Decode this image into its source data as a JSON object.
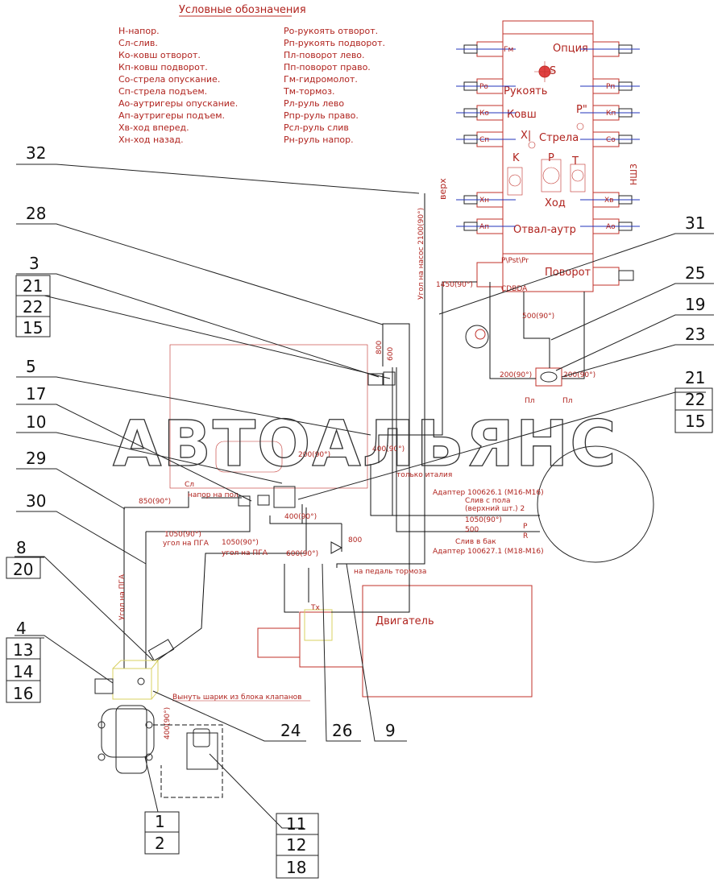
{
  "legend": {
    "title": "Условные обозначения",
    "left": [
      "Н-напор.",
      "Сл-слив.",
      "Ко-ковш отворот.",
      "Кп-ковш подворот.",
      "Со-стрела опускание.",
      "Сп-стрела подъем.",
      "Ао-аутригеры опускание.",
      "Ап-аутригеры подъем.",
      "Хв-ход вперед.",
      "Хн-ход назад."
    ],
    "right": [
      "Ро-рукоять отворот.",
      "Рп-рукоять подворот.",
      "Пл-поворот лево.",
      "Пп-поворот право.",
      "Гм-гидромолот.",
      "Тм-тормоз.",
      "Рл-руль лево",
      "Рпр-руль право.",
      "Рсл-руль слив",
      "Рн-руль напор."
    ]
  },
  "valve_block": {
    "sections": [
      "Опция",
      "Рукоять",
      "Ковш",
      "Стрела",
      "Ход",
      "Отвал-аутр",
      "Поворот"
    ],
    "letters": {
      "s": "S",
      "k": "K",
      "p": "P",
      "t": "T",
      "pp": "P\"",
      "xi": "X|"
    },
    "side_vertical": "верх",
    "right_vertical": "НШ3",
    "port_left": [
      "Гм",
      "Ро",
      "Ко",
      "Сп",
      "Хн",
      "Ап"
    ],
    "port_right": [
      "Рп",
      "Кп",
      "Со",
      "Хв",
      "Ао"
    ],
    "lower_ports": [
      "P\\Pst\\Pr",
      "CDBDA"
    ]
  },
  "engine_label": "Двигатель",
  "watermark": "АВТОАЛЬЯНС",
  "annotations": {
    "pump_angle": "Угол на насос 2100(90°)",
    "pga_angle": "Угол на ПГА",
    "only_italy": "только италия",
    "floor_pressure": "напор на пол",
    "drain_floor": "Слив с пола",
    "upper_st": "(верхний шт.) 2",
    "drain_tank": "Слив в бак",
    "adapter1": "Адаптер 100626.1 (М16-М16)",
    "adapter2": "Адаптер 100627.1 (М18-М16)",
    "brake_pedal": "на педаль тормоза",
    "ball_note": "Вынуть шарик из блока клапанов",
    "angle_pga_1": "угол на ПГА",
    "angle_pga_2": "угол на ПГА",
    "sl": "Сл",
    "pl1": "Пл",
    "pl2": "Пл",
    "p_letter": "P",
    "r_letter": "R",
    "tx": "Тх"
  },
  "dimensions": [
    "1450(90°)",
    "800",
    "600",
    "500(90°)",
    "200(90°)",
    "200(90°)",
    "400(90°)",
    "200(90°)",
    "400(90°)",
    "850(90°)",
    "1050(90°)",
    "1050(90°)",
    "600(90°)",
    "800",
    "1050(90°)",
    "500",
    "400(90°)"
  ],
  "callouts": [
    "32",
    "28",
    "3",
    "21",
    "22",
    "15",
    "5",
    "17",
    "10",
    "29",
    "30",
    "8",
    "20",
    "4",
    "13",
    "14",
    "16",
    "31",
    "25",
    "19",
    "23",
    "21",
    "22",
    "15",
    "24",
    "26",
    "9",
    "1",
    "2",
    "11",
    "12",
    "18"
  ]
}
